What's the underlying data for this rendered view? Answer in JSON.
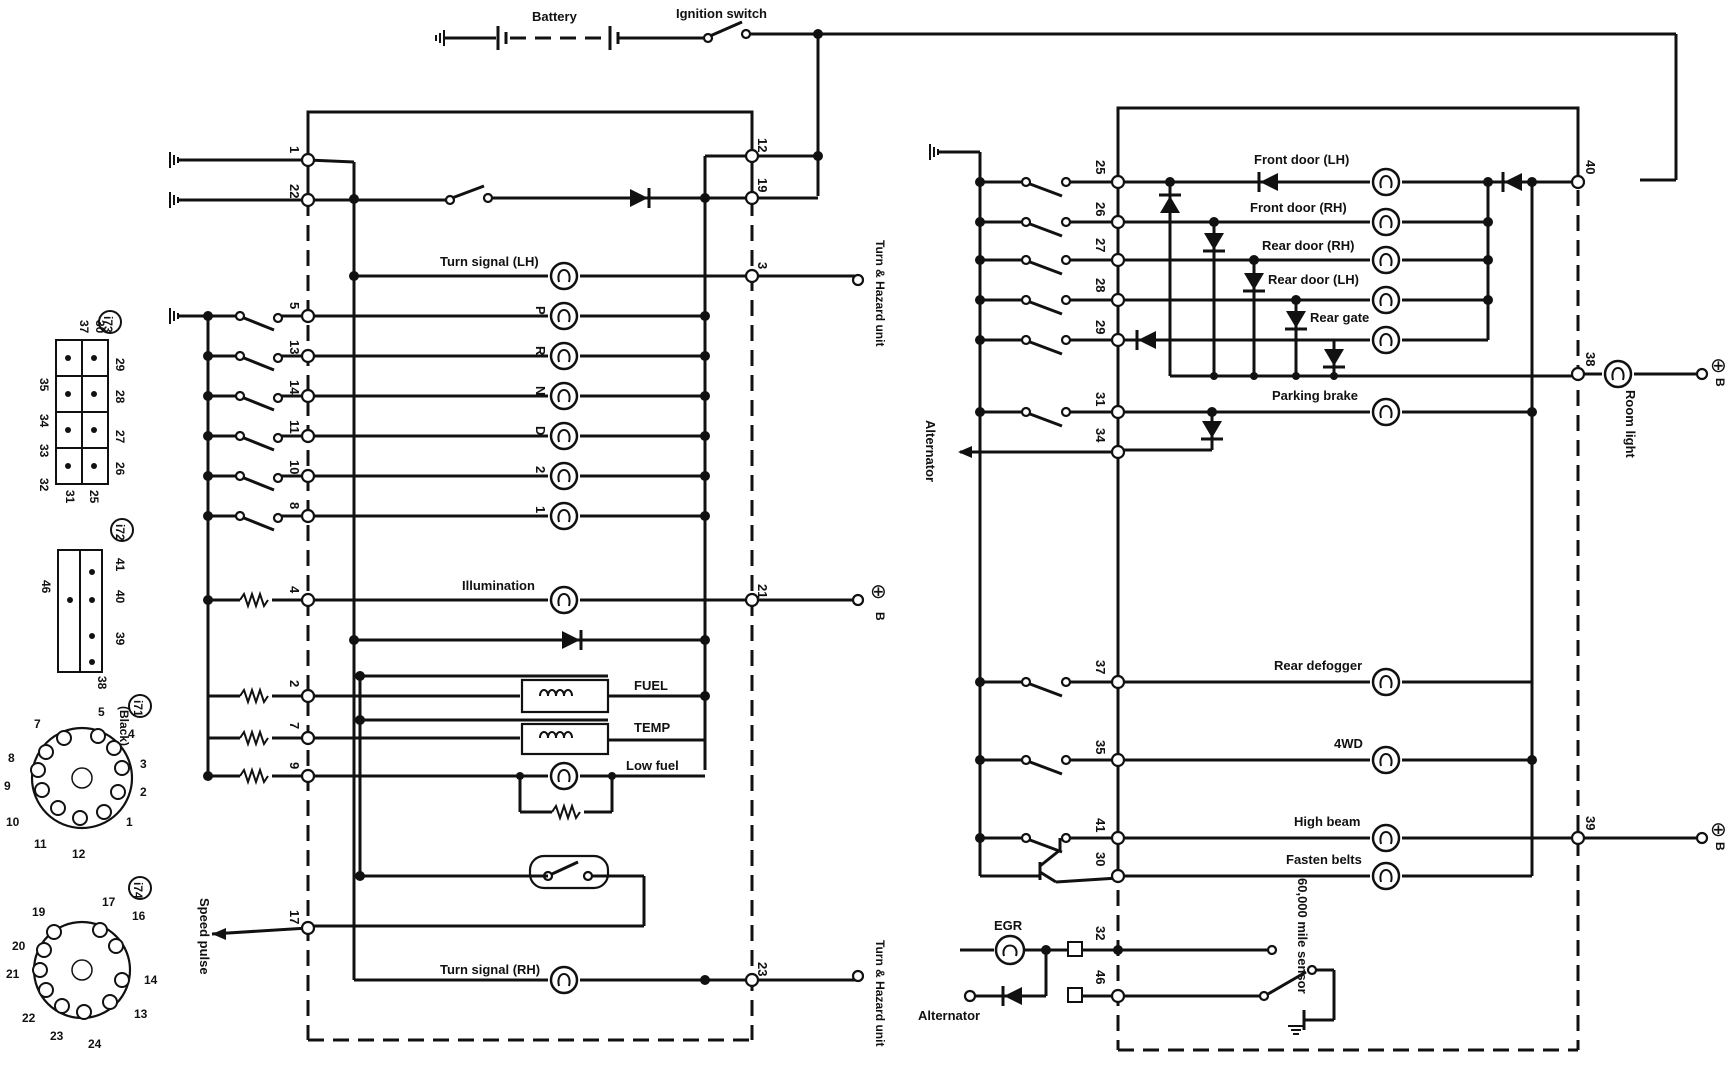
{
  "top": {
    "battery": "Battery",
    "ignition_switch": "Ignition switch"
  },
  "labels": {
    "turn_lh": "Turn signal (LH)",
    "turn_rh": "Turn signal (RH)",
    "illumination": "Illumination",
    "fuel": "FUEL",
    "temp": "TEMP",
    "low_fuel": "Low fuel",
    "speed_pulse": "Speed pulse",
    "turn_hazard": "Turn & Hazard unit",
    "front_door_lh": "Front door (LH)",
    "front_door_rh": "Front door (RH)",
    "rear_door_rh": "Rear door (RH)",
    "rear_door_lh": "Rear door (LH)",
    "rear_gate": "Rear gate",
    "parking_brake": "Parking brake",
    "alternator": "Alternator",
    "room_light": "Room light",
    "rear_defogger": "Rear defogger",
    "four_wd": "4WD",
    "high_beam": "High beam",
    "fasten_belts": "Fasten belts",
    "egr": "EGR",
    "sensor": "60,000 mile sensor",
    "black": "(Black)",
    "plus": "⊕",
    "b": "B"
  },
  "gear_letters": [
    "P",
    "R",
    "N",
    "D",
    "2",
    "1"
  ],
  "left_pins": [
    "1",
    "22",
    "5",
    "13",
    "14",
    "11",
    "10",
    "8",
    "4",
    "2",
    "7",
    "9",
    "17"
  ],
  "left_right_pins": [
    "12",
    "19",
    "3",
    "21",
    "23"
  ],
  "right_pins": [
    "25",
    "26",
    "27",
    "28",
    "29",
    "31",
    "34",
    "37",
    "35",
    "41",
    "30",
    "32",
    "46"
  ],
  "right_right_pins": [
    "40",
    "38",
    "39"
  ],
  "connectors": {
    "i73": {
      "id": "i73",
      "pins": [
        "37",
        "30",
        "29",
        "28",
        "35",
        "34",
        "33",
        "27",
        "26",
        "32",
        "31",
        "25"
      ]
    },
    "i72": {
      "id": "i72",
      "pins": [
        "41",
        "40",
        "46",
        "39",
        "38"
      ]
    },
    "i71": {
      "id": "i71",
      "pins": [
        "7",
        "5",
        "4",
        "3",
        "2",
        "1",
        "12",
        "11",
        "10",
        "9",
        "8"
      ]
    },
    "i74": {
      "id": "i74",
      "pins": [
        "19",
        "17",
        "16",
        "14",
        "13",
        "24",
        "23",
        "22",
        "21",
        "20"
      ]
    }
  },
  "colors": {
    "ink": "#111111",
    "paper": "#ffffff"
  }
}
